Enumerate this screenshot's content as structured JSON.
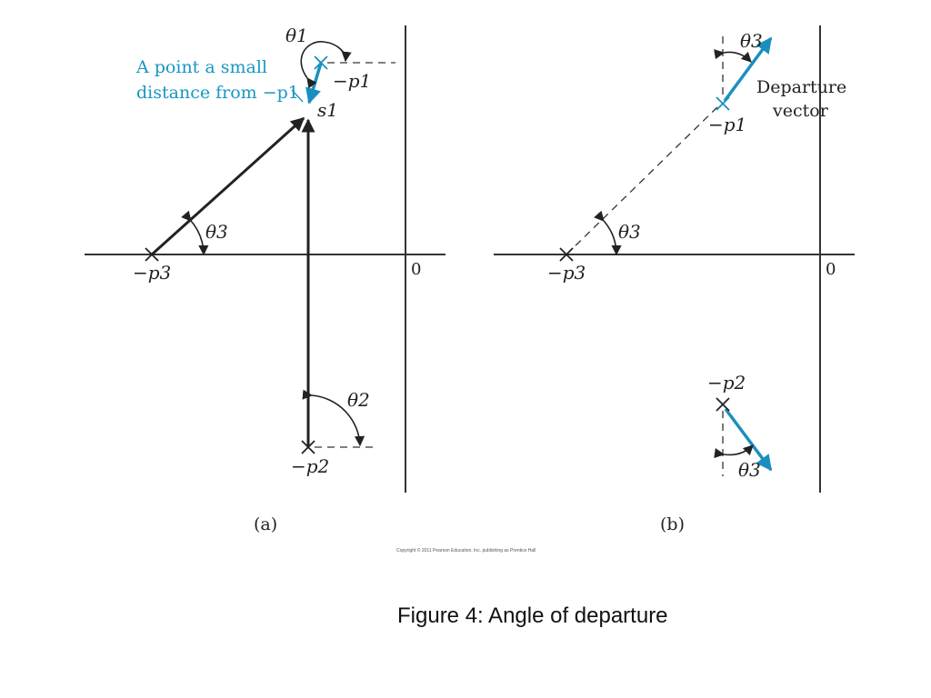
{
  "panel_a": {
    "theta1": "θ1",
    "note_line1": "A point a small",
    "note_line2": "distance from −p1",
    "minus_p1": "−p1",
    "s1": "s1",
    "theta3": "θ3",
    "minus_p3": "−p3",
    "origin": "0",
    "theta2": "θ2",
    "minus_p2": "−p2",
    "label": "(a)"
  },
  "panel_b": {
    "theta3_top": "θ3",
    "departure_line1": "Departure",
    "departure_line2": "vector",
    "minus_p1": "−p1",
    "theta3_mid": "θ3",
    "minus_p3": "−p3",
    "origin": "0",
    "minus_p2": "−p2",
    "theta3_bottom": "θ3",
    "label": "(b)"
  },
  "copyright": "Copyright © 2011 Pearson Education, Inc. publishing as Prentice Hall",
  "caption": "Figure 4: Angle of departure",
  "colors": {
    "highlight": "#1a8fbf",
    "ink": "#222222"
  }
}
